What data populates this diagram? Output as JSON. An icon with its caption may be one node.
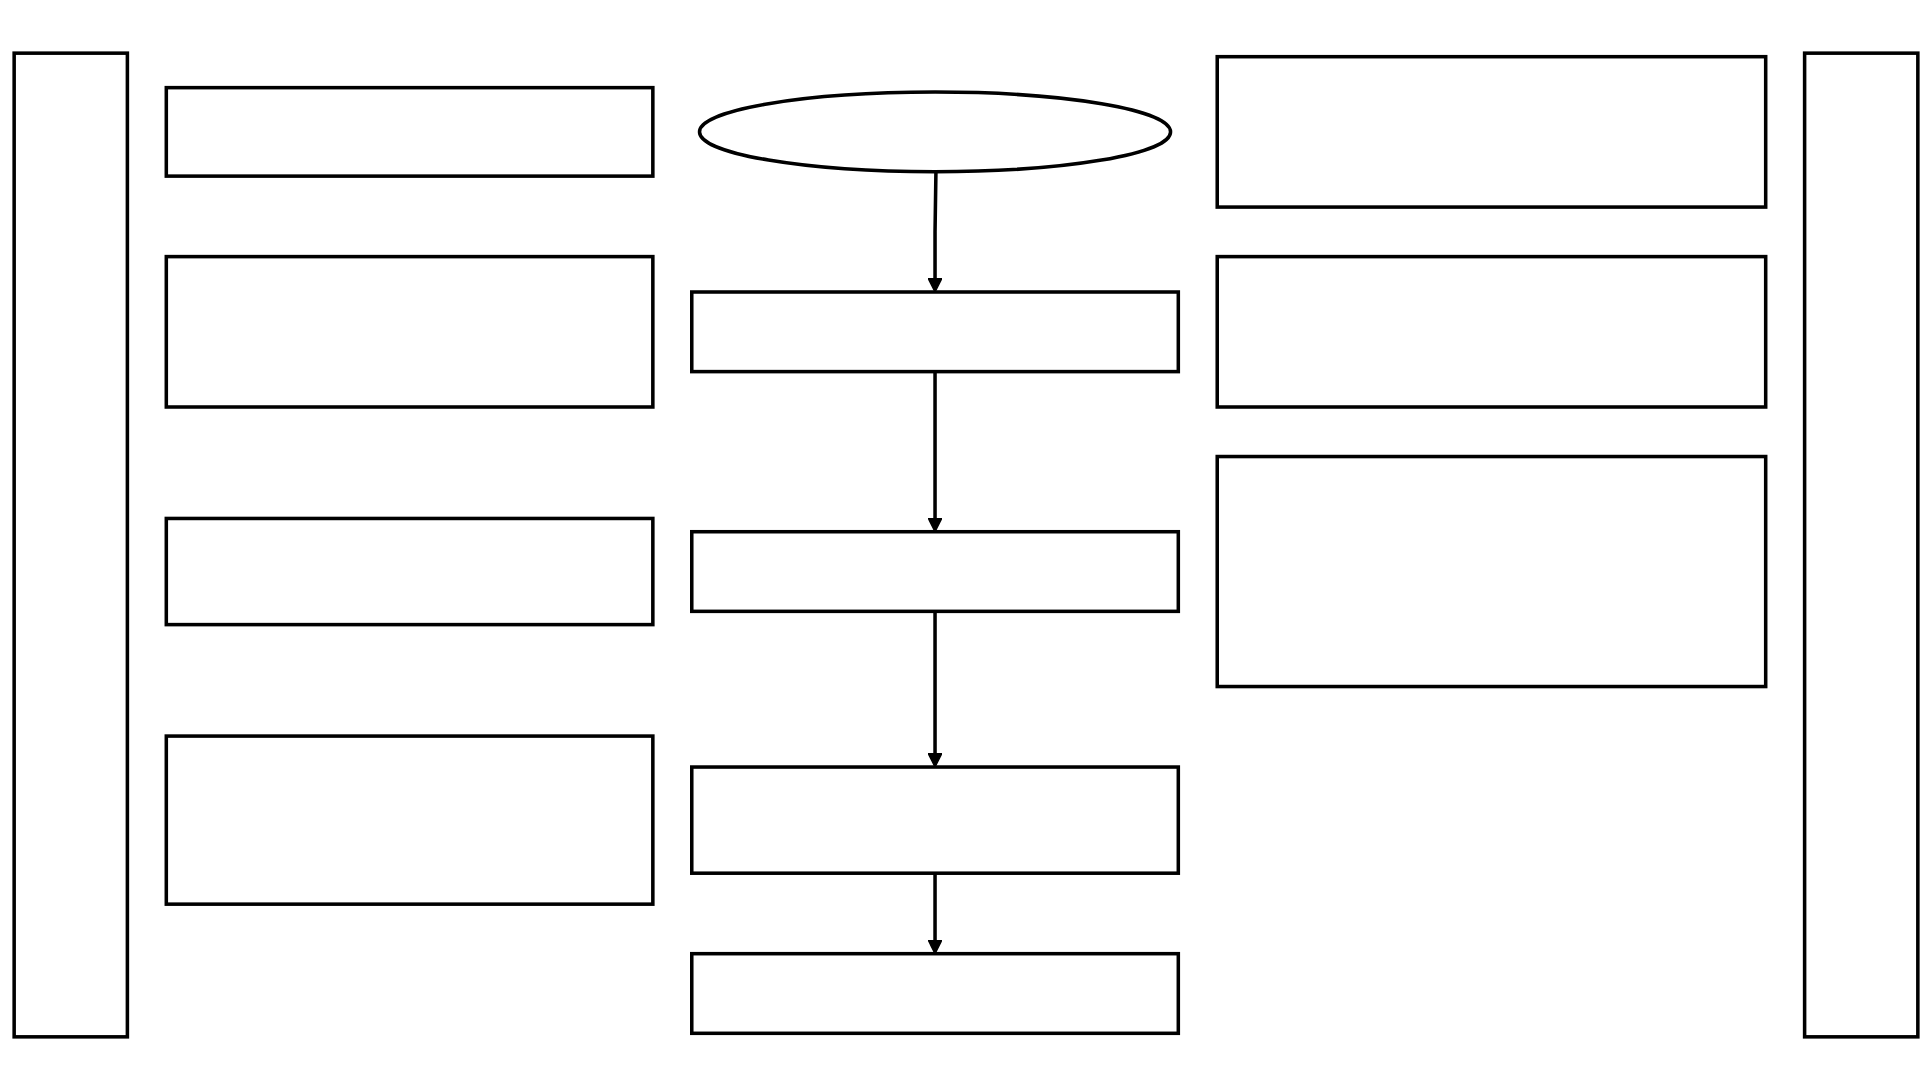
{
  "diagram": {
    "nodes": [
      {
        "text": [],
        "shape": "bar"
      },
      {
        "text": [],
        "shape": "box"
      },
      {
        "text": [],
        "shape": "box"
      },
      {
        "text": [],
        "shape": "box"
      },
      {
        "text": [],
        "shape": "box"
      },
      {
        "text": [],
        "shape": "ellipse"
      },
      {
        "text": [],
        "shape": "box"
      },
      {
        "text": [],
        "shape": "box"
      },
      {
        "text": [],
        "shape": "box"
      },
      {
        "text": [],
        "shape": "box"
      },
      {
        "text": [],
        "shape": "box"
      },
      {
        "text": [],
        "shape": "box"
      },
      {
        "text": [],
        "shape": "box"
      },
      {
        "text": [],
        "shape": "bar"
      }
    ],
    "edges": [
      {
        "from": 5,
        "to": 6,
        "arrow": "to"
      },
      {
        "from": 6,
        "to": 7,
        "arrow": "to"
      },
      {
        "from": 7,
        "to": 8,
        "arrow": "to"
      },
      {
        "from": 8,
        "to": 9,
        "arrow": "to"
      }
    ]
  }
}
